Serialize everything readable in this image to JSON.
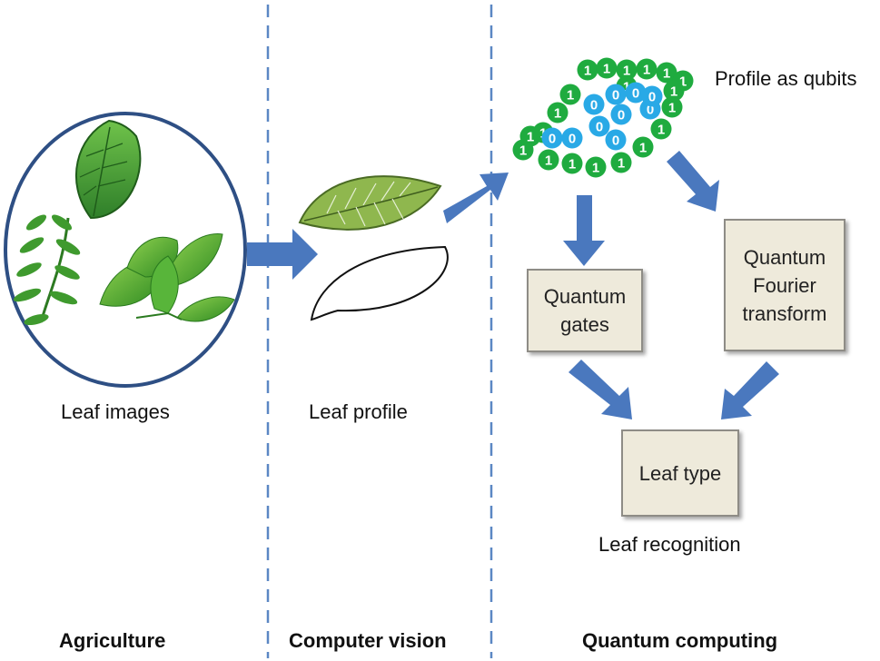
{
  "labels": {
    "leaf_images": "Leaf images",
    "leaf_profile": "Leaf profile",
    "profile_as_qubits": "Profile as qubits",
    "leaf_recognition": "Leaf recognition"
  },
  "boxes": {
    "quantum_gates": "Quantum\ngates",
    "qft": "Quantum\nFourier\ntransform",
    "leaf_type": "Leaf type"
  },
  "sections": {
    "agriculture": "Agriculture",
    "computer_vision": "Computer vision",
    "quantum_computing": "Quantum computing"
  },
  "qubits": {
    "green_digit": "1",
    "blue_digit": "0",
    "colors": {
      "one": "#1fab3f",
      "zero": "#29a9e6"
    }
  },
  "colors": {
    "arrow": "#4a78be",
    "divider": "#5b87c4",
    "circle_border": "#2e4f84",
    "box_fill": "#eeeadb"
  }
}
